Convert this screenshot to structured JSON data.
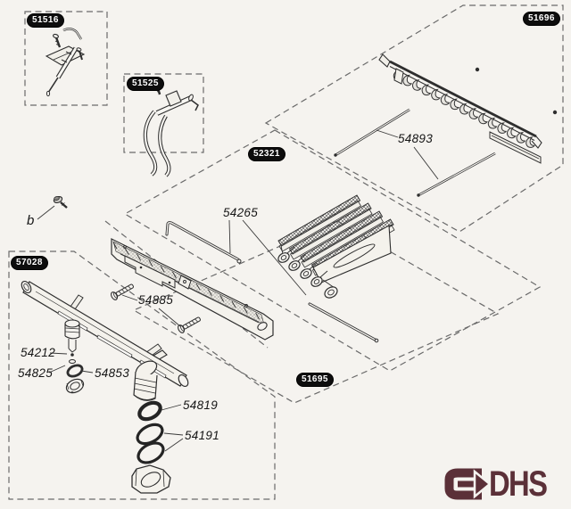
{
  "figure": {
    "type": "exploded-parts-diagram"
  },
  "badges": [
    {
      "label": "51516"
    },
    {
      "label": "51525"
    },
    {
      "label": "51696"
    },
    {
      "label": "52321"
    },
    {
      "label": "57028"
    },
    {
      "label": "51695"
    }
  ],
  "labels": [
    {
      "label": "54893"
    },
    {
      "label": "54265"
    },
    {
      "label": "54885"
    },
    {
      "label": "54212"
    },
    {
      "label": "54825"
    },
    {
      "label": "54853"
    },
    {
      "label": "54819"
    },
    {
      "label": "54191"
    },
    {
      "label": "b"
    }
  ],
  "logo": {
    "text": "DHS"
  },
  "colors": {
    "paper": "#f5f3ef",
    "line": "#2e2e2e",
    "dash": "#6a6a6a",
    "badge_bg": "#0d0d0d",
    "badge_text": "#ffffff",
    "logo": "#5b3038"
  }
}
